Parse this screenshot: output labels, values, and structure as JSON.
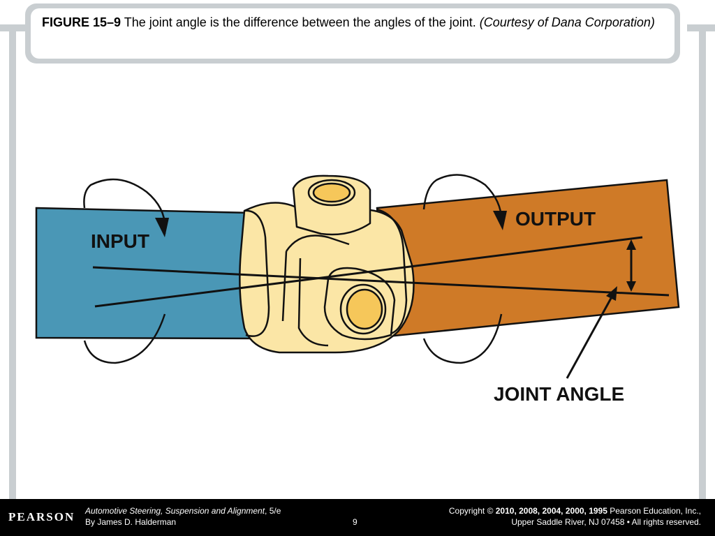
{
  "caption": {
    "figure_label": "FIGURE 15–9",
    "text": " The joint angle is the difference between the angles of the joint. ",
    "courtesy": "(Courtesy of Dana Corporation)"
  },
  "diagram": {
    "labels": {
      "input": "INPUT",
      "output": "OUTPUT",
      "joint_angle": "JOINT ANGLE"
    },
    "colors": {
      "input_shaft": "#4a97b6",
      "output_shaft": "#cf7a27",
      "yoke": "#fbe6a6",
      "yoke_bore": "#f6c75a",
      "frame": "#c9ced1",
      "line": "#111111"
    }
  },
  "footer": {
    "logo": "PEARSON",
    "book_title": "Automotive Steering, Suspension and Alignment",
    "edition": ", 5/e",
    "author": "By James D. Halderman",
    "page_number": "9",
    "copyright_prefix": "Copyright © ",
    "copyright_years": "2010, 2008, 2004, 2000, 1995",
    "copyright_holder": " Pearson Education, Inc.,",
    "address": "Upper Saddle River, NJ 07458 • All rights reserved."
  }
}
